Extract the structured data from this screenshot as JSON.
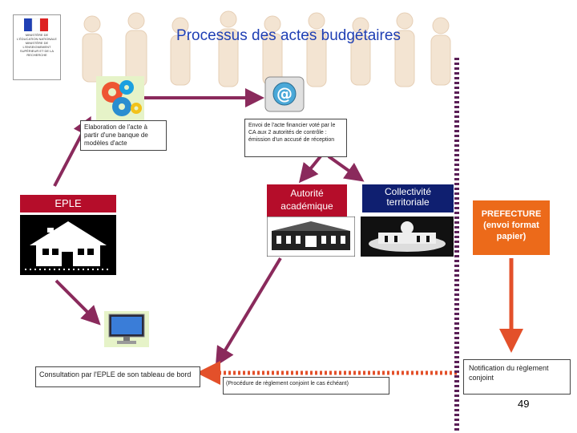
{
  "logo": {
    "caption": "MINISTÈRE DE L'ÉDUCATION NATIONALE MINISTÈRE DE L'ENSEIGNEMENT SUPÉRIEUR ET DE LA RECHERCHE"
  },
  "title": "Processus des actes budgétaires",
  "steps": {
    "elaboration": "Elaboration de l'acte à partir d'une banque de modèles d'acte",
    "envoi": "Envoi de l'acte financier voté par le CA aux 2 autorités de contrôle : émission d'un accusé de réception",
    "consultation": "Consultation par l'EPLE de son tableau de bord",
    "procedure": "(Procédure de règlement conjoint le cas échéant)",
    "notification": "Notification du règlement conjoint"
  },
  "actors": {
    "eple": "EPLE",
    "autorite": "Autorité académique",
    "collectivite": "Collectivité territoriale",
    "prefecture": "PREFECTURE (envoi format papier)"
  },
  "icons": {
    "gears": "gears-icon",
    "email": "at-sign-icon",
    "school": "school-building-icon",
    "academy": "academy-building-icon",
    "territory": "town-hall-icon",
    "monitor": "computer-monitor-icon"
  },
  "colors": {
    "title": "#1f3fb4",
    "eple_label": "#b50d2a",
    "blue_label": "#0f1f70",
    "prefecture": "#ec6a1a",
    "arrow_purple": "#8a2a5c",
    "arrow_orange": "#e3502a",
    "dotted_line": "#5a1f56"
  },
  "page_number": "49"
}
